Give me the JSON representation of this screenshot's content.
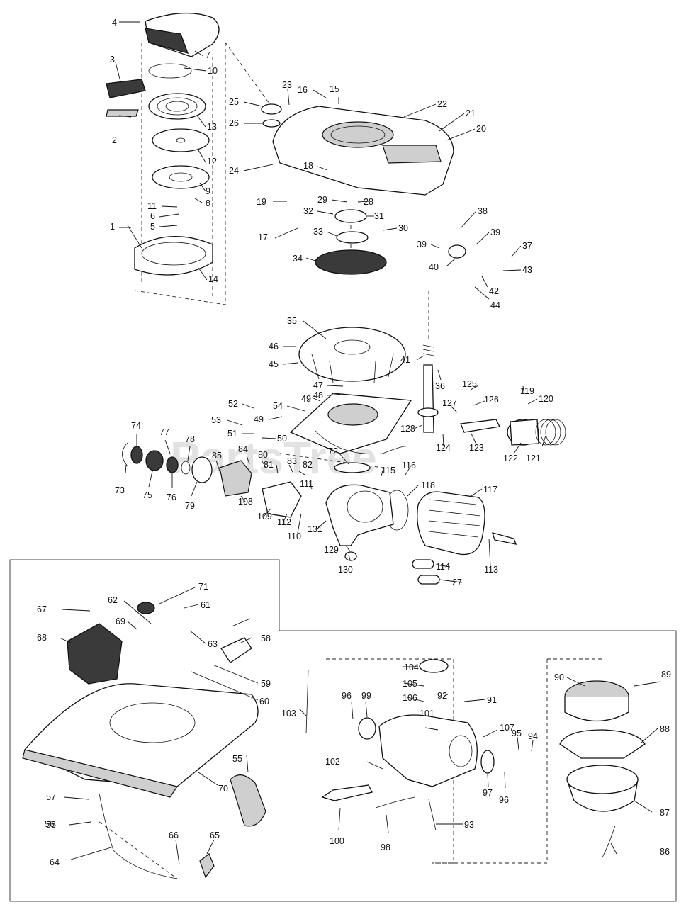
{
  "watermark": "PartsTree",
  "part_numbers": [
    "1",
    "2",
    "3",
    "4",
    "5",
    "6",
    "7",
    "8",
    "9",
    "10",
    "11",
    "12",
    "13",
    "14",
    "15",
    "16",
    "17",
    "18",
    "19",
    "20",
    "21",
    "22",
    "23",
    "24",
    "25",
    "26",
    "27",
    "28",
    "29",
    "30",
    "31",
    "32",
    "33",
    "34",
    "35",
    "36",
    "37",
    "38",
    "39",
    "39",
    "40",
    "41",
    "42",
    "43",
    "44",
    "45",
    "46",
    "47",
    "48",
    "49",
    "49",
    "50",
    "51",
    "52",
    "53",
    "54",
    "55",
    "56",
    "56",
    "57",
    "58",
    "59",
    "60",
    "61",
    "62",
    "63",
    "64",
    "65",
    "66",
    "67",
    "68",
    "69",
    "70",
    "71",
    "72",
    "73",
    "74",
    "75",
    "76",
    "77",
    "78",
    "79",
    "80",
    "81",
    "82",
    "83",
    "84",
    "85",
    "86",
    "87",
    "88",
    "89",
    "90",
    "91",
    "92",
    "93",
    "94",
    "95",
    "96",
    "96",
    "97",
    "98",
    "99",
    "100",
    "101",
    "102",
    "103",
    "104",
    "105",
    "106",
    "107",
    "108",
    "109",
    "110",
    "111",
    "112",
    "113",
    "114",
    "115",
    "116",
    "117",
    "118",
    "119",
    "120",
    "121",
    "122",
    "123",
    "124",
    "125",
    "126",
    "127",
    "128",
    "129",
    "130",
    "131"
  ]
}
